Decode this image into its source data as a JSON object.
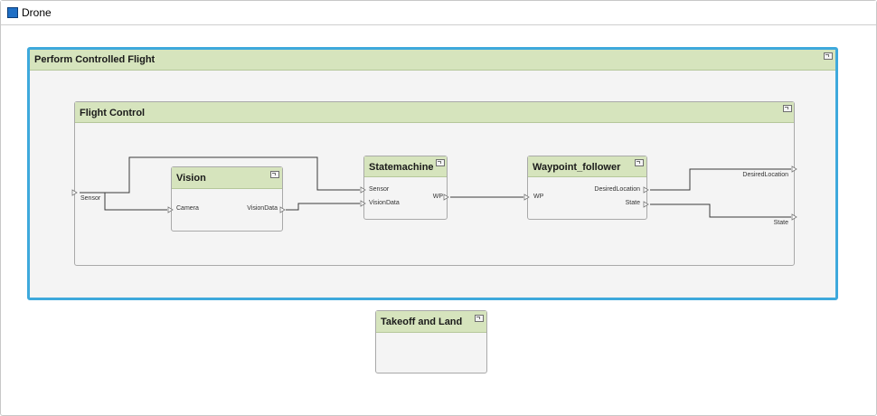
{
  "window": {
    "title": "Drone"
  },
  "components": {
    "perform_controlled_flight": {
      "title": "Perform Controlled Flight"
    },
    "flight_control": {
      "title": "Flight Control",
      "inports": [
        "Sensor"
      ],
      "outports": [
        "DesiredLocation",
        "State"
      ]
    },
    "vision": {
      "title": "Vision",
      "inports": [
        "Camera"
      ],
      "outports": [
        "VisionData"
      ]
    },
    "statemachine": {
      "title": "Statemachine",
      "inports": [
        "Sensor",
        "VisionData"
      ],
      "outports": [
        "WP"
      ]
    },
    "waypoint_follower": {
      "title": "Waypoint_follower",
      "inports": [
        "WP"
      ],
      "outports": [
        "DesiredLocation",
        "State"
      ]
    },
    "takeoff_and_land": {
      "title": "Takeoff and Land"
    }
  },
  "icons": {
    "model": "model-icon",
    "component_badge": "component-icon"
  },
  "colors": {
    "header_fill": "#d6e4bd",
    "selection": "#3ea9dc",
    "model_icon": "#1f6fc5"
  }
}
